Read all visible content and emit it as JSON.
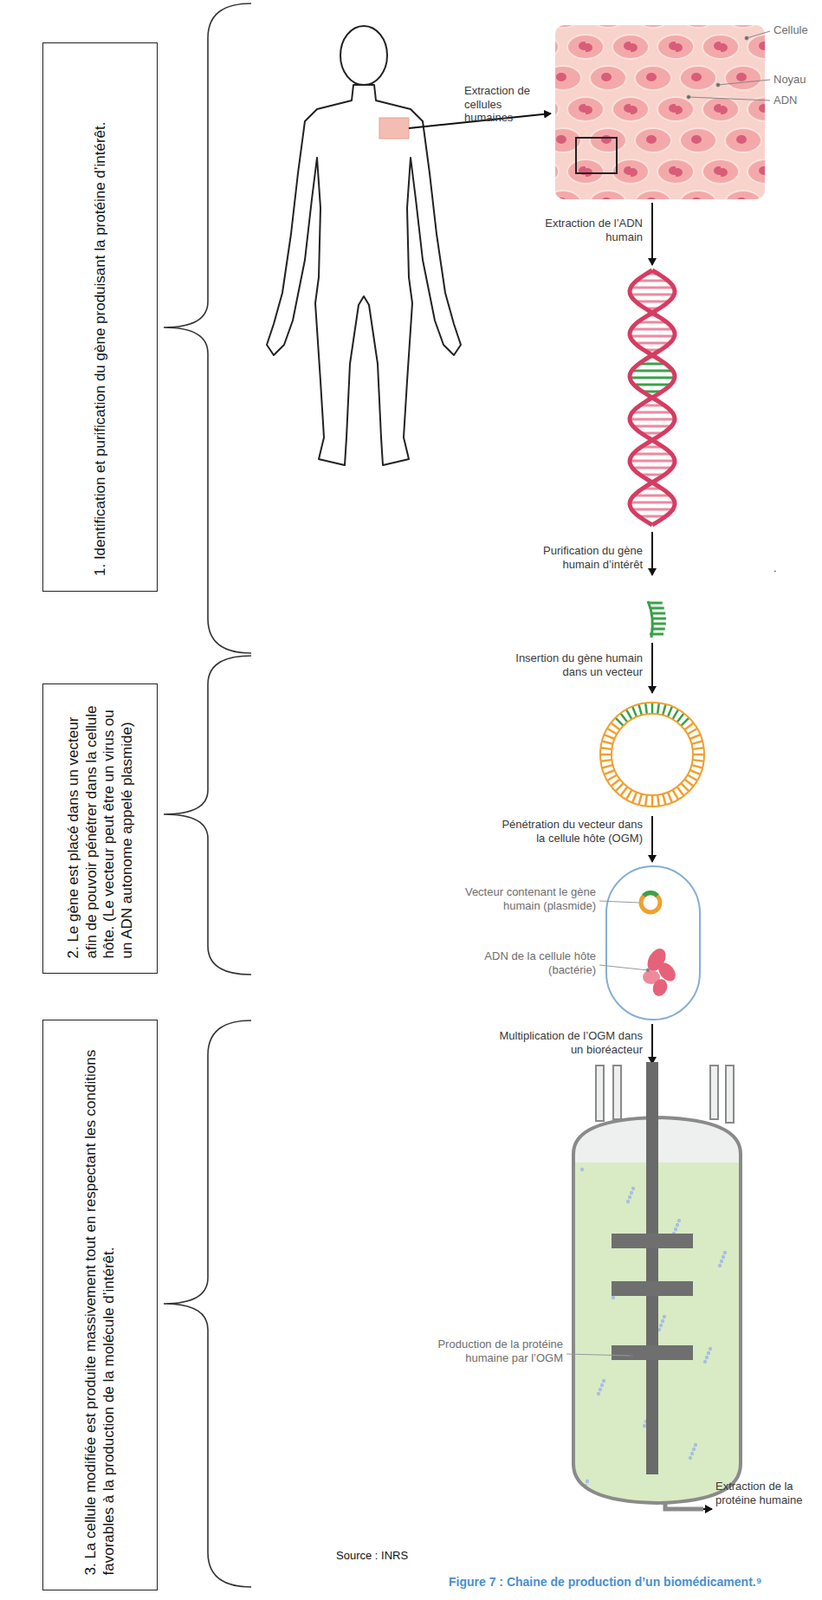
{
  "diagram": {
    "caption": "Figure 7 : Chaine de production d’un biomédicament.⁹",
    "nodes": [
      {
        "text": [
          "1. Identification et purification du gène produisant la protéine d’intérêt."
        ]
      },
      {
        "text": [
          "2. Le gène est placé dans un vecteur afin de pouvoir pénétrer dans la cellule hôte. (Le vecteur peut être un virus ou un ADN autonome appelé plasmide)"
        ]
      },
      {
        "text": [
          "3. La cellule modifiée est produite massivement tout en respectant les conditions favorables à la production de la molécule d’intérêt."
        ]
      }
    ],
    "labels": [
      "Extraction de cellules humaines",
      "Cellule",
      "Noyau",
      "ADN",
      "Extraction de l’ADN humain",
      "Purification du gène humain d’intérêt",
      ".",
      "Insertion du gène humain dans un vecteur",
      "Pénétration du vecteur dans la cellule hôte (OGM)",
      "Vecteur contenant le gène humain (plasmide)",
      "ADN de la cellule hôte (bactérie)",
      "Multiplication de l’OGM dans un bioréacteur",
      "Production de la protéine humaine par l’OGM",
      "Extraction de la protéine humaine",
      "Source : INRS"
    ]
  }
}
